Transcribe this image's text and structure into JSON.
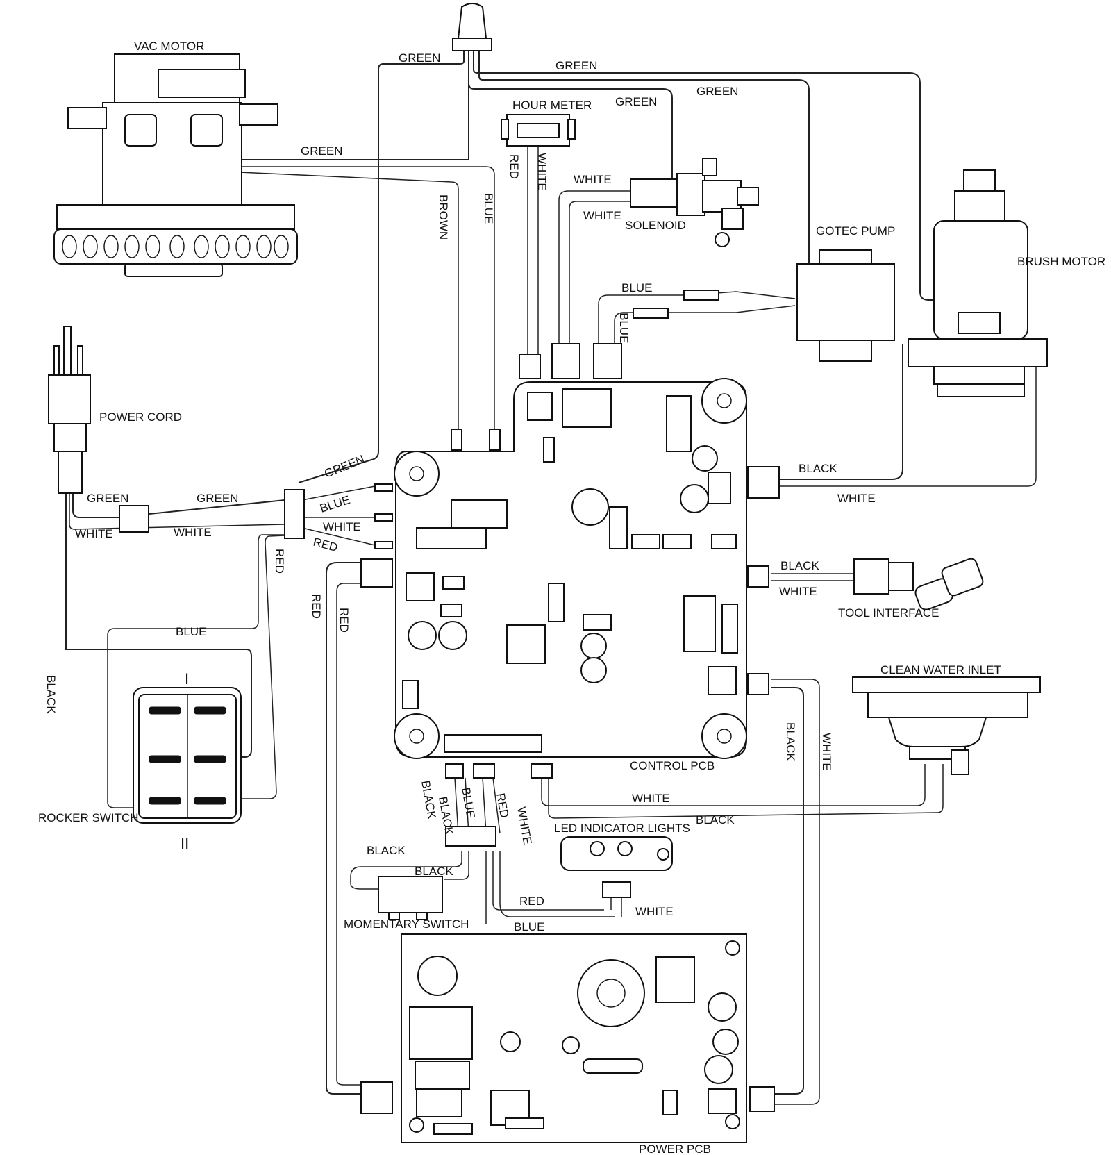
{
  "components": {
    "vac_motor": "VAC MOTOR",
    "hour_meter": "HOUR METER",
    "solenoid": "SOLENOID",
    "gotec_pump": "GOTEC PUMP",
    "brush_motor": "BRUSH MOTOR",
    "power_cord": "POWER CORD",
    "tool_interface": "TOOL INTERFACE",
    "clean_water_inlet": "CLEAN WATER INLET",
    "control_pcb": "CONTROL PCB",
    "rocker_switch": "ROCKER SWITCH",
    "rocker_pos_1": "I",
    "rocker_pos_2": "II",
    "led_indicator_lights": "LED INDICATOR LIGHTS",
    "momentary_switch": "MOMENTARY SWITCH",
    "power_pcb": "POWER PCB"
  },
  "wire_labels": {
    "green_top": "GREEN",
    "green_top_right": "GREEN",
    "green_hour": "GREEN",
    "green_right": "GREEN",
    "green_vac": "GREEN",
    "red_hour": "RED",
    "white_hour": "WHITE",
    "brown_vac": "BROWN",
    "blue_vac": "BLUE",
    "white_sol_1": "WHITE",
    "white_sol_2": "WHITE",
    "blue_pump_1": "BLUE",
    "blue_pump_2": "BLUE",
    "green_cord": "GREEN",
    "green_cord_2": "GREEN",
    "green_diag": "GREEN",
    "white_cord": "WHITE",
    "white_cord_2": "WHITE",
    "blue_pcb": "BLUE",
    "white_pcb": "WHITE",
    "red_pcb": "RED",
    "red_vert": "RED",
    "red_left": "RED",
    "red_left_2": "RED",
    "blue_rocker": "BLUE",
    "black_cord": "BLACK",
    "black_brush": "BLACK",
    "white_brush": "WHITE",
    "black_tool": "BLACK",
    "white_tool": "WHITE",
    "black_right": "BLACK",
    "white_right": "WHITE",
    "white_inlet": "WHITE",
    "black_inlet": "BLACK",
    "black_bottom_1": "BLACK",
    "black_bottom_2": "BLACK",
    "blue_bottom": "BLUE",
    "red_bottom": "RED",
    "white_bottom": "WHITE",
    "black_mom_1": "BLACK",
    "black_mom_2": "BLACK",
    "red_led": "RED",
    "white_led": "WHITE",
    "blue_power": "BLUE"
  }
}
